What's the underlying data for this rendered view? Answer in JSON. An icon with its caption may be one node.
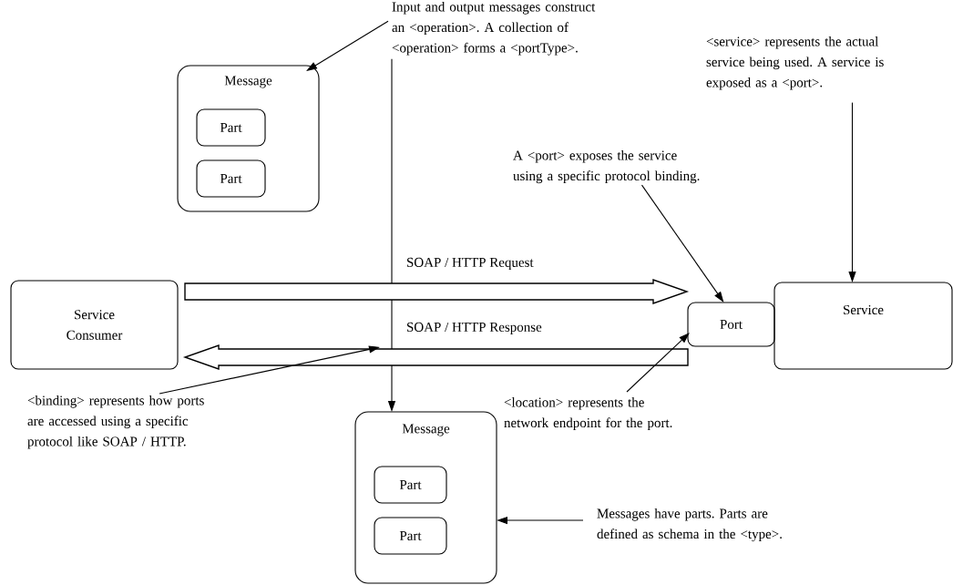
{
  "diagram": {
    "nodes": [
      {
        "text": [
          "Message"
        ]
      },
      {
        "text": [
          "Part"
        ],
        "in": 0
      },
      {
        "text": [
          "Part"
        ],
        "in": 0
      },
      {
        "text": [
          "Service Consumer"
        ]
      },
      {
        "text": [
          "Port"
        ]
      },
      {
        "text": [
          "Service"
        ]
      },
      {
        "text": [
          "Message"
        ]
      },
      {
        "text": [
          "Part"
        ],
        "in": 6
      },
      {
        "text": [
          "Part"
        ],
        "in": 6
      },
      {
        "text": [
          "Input and output messages construct an <operation>. A collection of <operation> forms a <portType>."
        ]
      },
      {
        "text": [
          "<service> represents the actual service being used. A service is exposed as a <port>."
        ]
      },
      {
        "text": [
          "A <port> exposes the service using a specific protocol binding."
        ]
      },
      {
        "text": [
          "<binding> represents how ports are accessed using a specific protocol like SOAP / HTTP."
        ]
      },
      {
        "text": [
          "<location> represents the network endpoint for the port."
        ]
      },
      {
        "text": [
          "Messages have parts. Parts are defined as schema in the <type>."
        ]
      }
    ],
    "edges": [
      {
        "from": 9,
        "to": 0,
        "arrow": "to"
      },
      {
        "from": 9,
        "to": 6,
        "arrow": "to"
      },
      {
        "from": 3,
        "to": 4,
        "arrow": "to",
        "label": "SOAP / HTTP Request",
        "style": "thick"
      },
      {
        "from": 4,
        "to": 3,
        "arrow": "to",
        "label": "SOAP / HTTP Response",
        "style": "thick"
      },
      {
        "from": 10,
        "to": 5,
        "arrow": "to"
      },
      {
        "from": 11,
        "to": 4,
        "arrow": "to"
      },
      {
        "from": 12,
        "to": null,
        "arrow": "to"
      },
      {
        "from": 13,
        "to": 4,
        "arrow": "to"
      },
      {
        "from": 14,
        "to": 6,
        "arrow": "to"
      }
    ]
  }
}
